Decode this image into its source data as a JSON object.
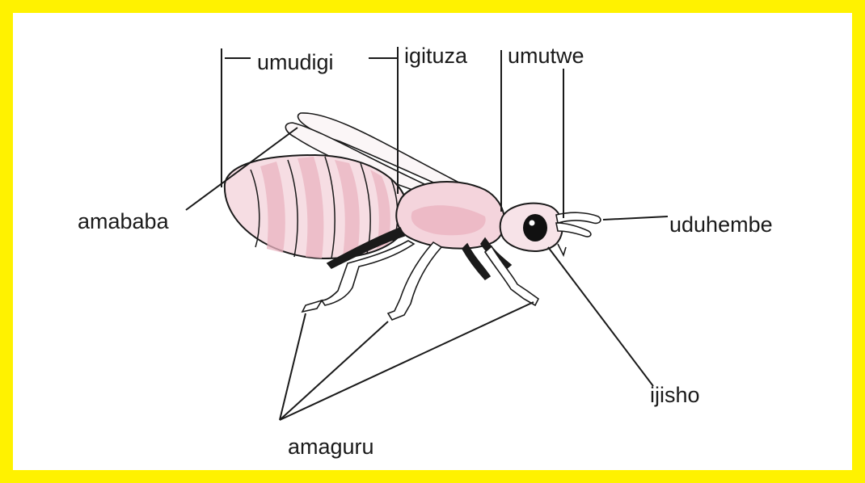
{
  "title": "",
  "colors": {
    "frame": "#fff200",
    "background": "#ffffff",
    "ink": "#1a1a1a",
    "body_tint": "#f3c9d3",
    "eye": "#111111"
  },
  "labels": {
    "abdomen": "umudigi",
    "thorax": "igituza",
    "head": "umutwe",
    "wings": "amababa",
    "antennae": "uduhembe",
    "eye": "ijisho",
    "legs": "amaguru"
  }
}
